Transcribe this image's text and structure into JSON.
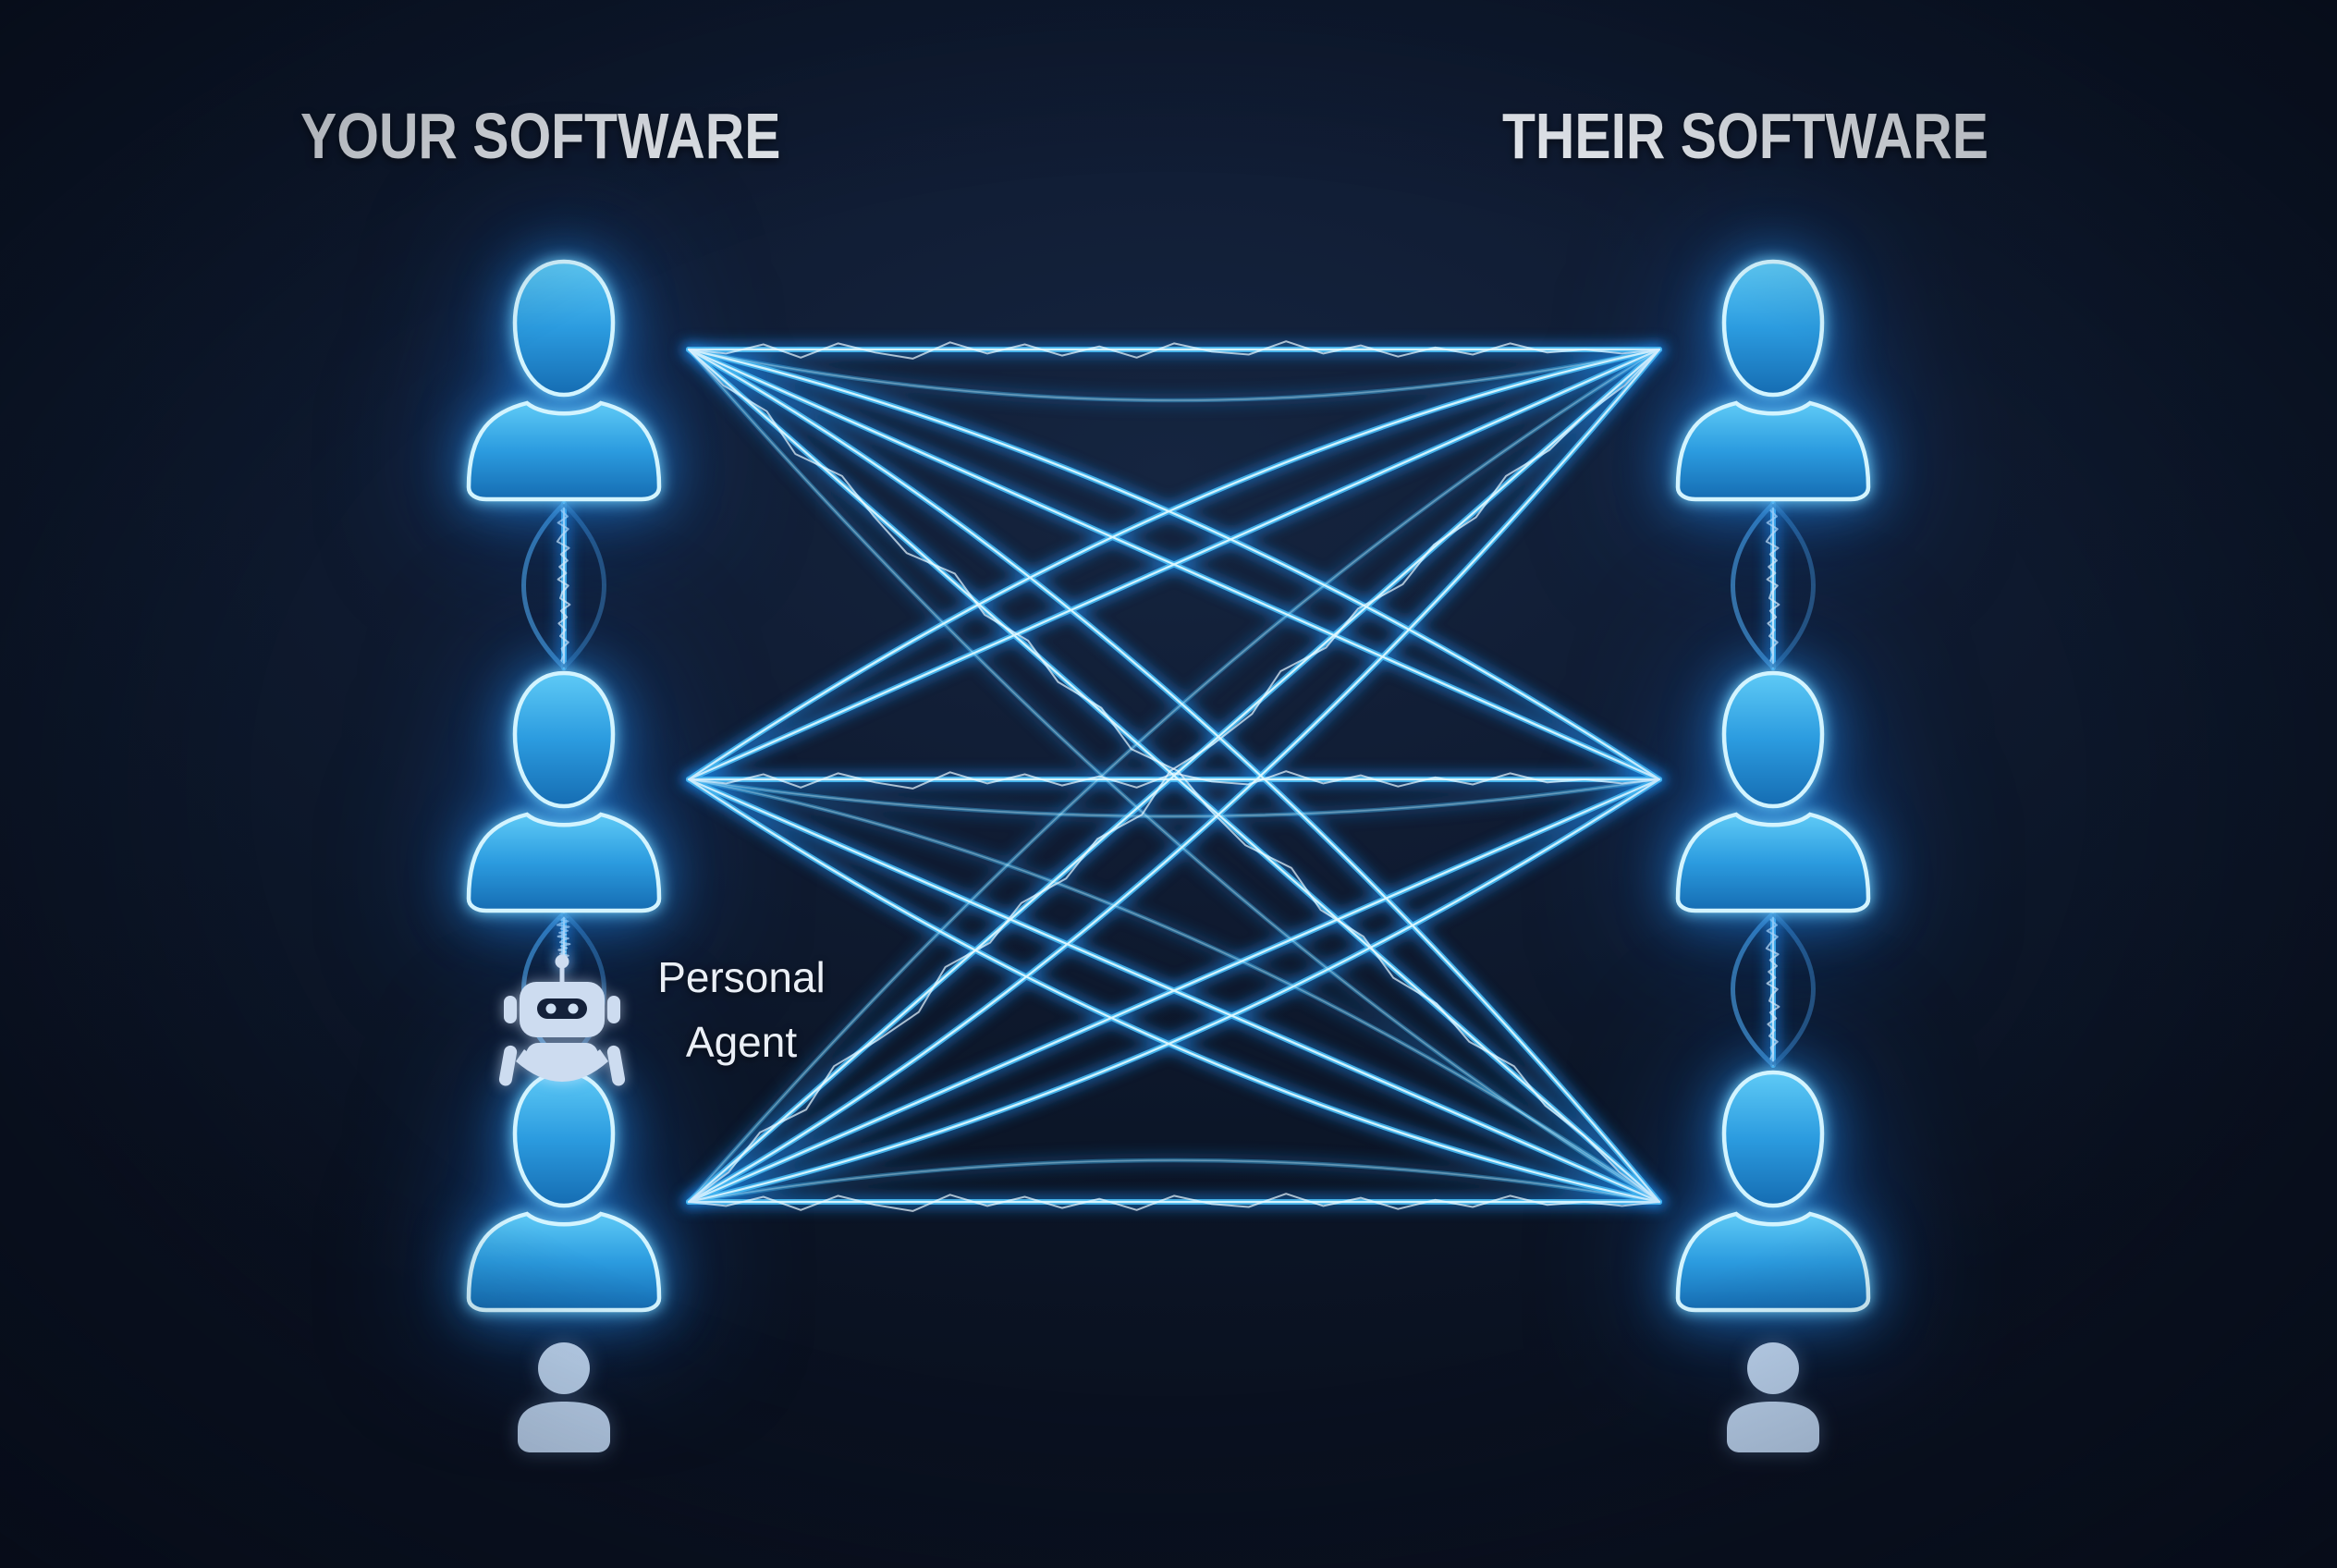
{
  "titles": {
    "left": "YOUR SOFTWARE",
    "right": "THEIR SOFTWARE"
  },
  "agent_label": {
    "line1": "Personal",
    "line2": "Agent"
  },
  "colors": {
    "background": "#0c1628",
    "neon_core": "#ddf8ff",
    "neon_mid": "#49bbf2",
    "neon_glow": "#1b7fd8",
    "person_fill_top": "#5ecaf6",
    "person_fill_bottom": "#1468ad",
    "person_rim": "#d3f4ff",
    "link_curve": "#3c7cb0",
    "flat_icon": "#bcd3ee",
    "robot_body": "#cddcf0",
    "robot_visor": "#14213a",
    "title_text": "#eef2f7"
  },
  "diagram": {
    "left_column": {
      "title": "YOUR SOFTWARE",
      "people": 3,
      "has_personal_agent": true
    },
    "right_column": {
      "title": "THEIR SOFTWARE",
      "people": 3,
      "has_personal_agent": false
    },
    "edges": [
      {
        "from": "L1",
        "to": "R1",
        "spark": true
      },
      {
        "from": "L1",
        "to": "R2"
      },
      {
        "from": "L1",
        "to": "R3",
        "spark": true
      },
      {
        "from": "L2",
        "to": "R1"
      },
      {
        "from": "L2",
        "to": "R2",
        "spark": true
      },
      {
        "from": "L2",
        "to": "R3"
      },
      {
        "from": "L3",
        "to": "R1",
        "spark": true
      },
      {
        "from": "L3",
        "to": "R2"
      },
      {
        "from": "L3",
        "to": "R3",
        "spark": true
      },
      {
        "from": "L1",
        "to": "R2",
        "bow": -110
      },
      {
        "from": "L1",
        "to": "R3",
        "bow": -170
      },
      {
        "from": "L1",
        "to": "R3",
        "bow": 140,
        "faint": true
      },
      {
        "from": "L2",
        "to": "R1",
        "bow": -120
      },
      {
        "from": "L2",
        "to": "R3",
        "bow": 120
      },
      {
        "from": "L2",
        "to": "R3",
        "bow": -130,
        "faint": true
      },
      {
        "from": "L3",
        "to": "R1",
        "bow": 170
      },
      {
        "from": "L3",
        "to": "R1",
        "bow": -140,
        "faint": true
      },
      {
        "from": "L3",
        "to": "R2",
        "bow": 110
      },
      {
        "from": "L1",
        "to": "R1",
        "bow": 110,
        "faint": true
      },
      {
        "from": "L3",
        "to": "R3",
        "bow": -90,
        "faint": true
      },
      {
        "from": "L2",
        "to": "R2",
        "bow": 80,
        "faint": true
      }
    ],
    "vertical_links": [
      {
        "column": "left",
        "between": [
          1,
          2
        ]
      },
      {
        "column": "left",
        "between": [
          2,
          3
        ],
        "through_agent": true
      },
      {
        "column": "right",
        "between": [
          1,
          2
        ]
      },
      {
        "column": "right",
        "between": [
          2,
          3
        ]
      }
    ]
  }
}
